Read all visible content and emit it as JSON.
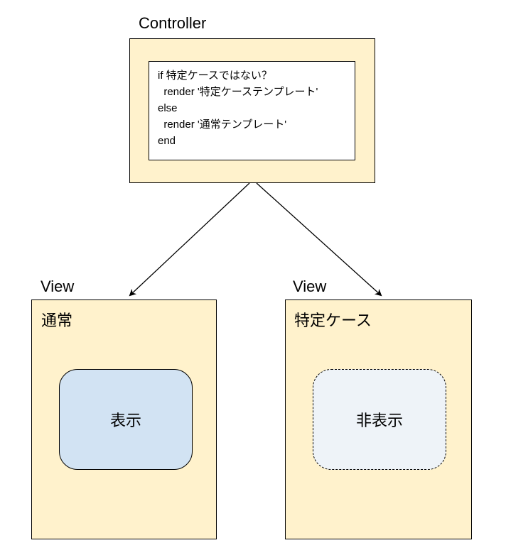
{
  "controller": {
    "label": "Controller",
    "code": [
      "if 特定ケースではない？",
      "  render '特定ケーステンプレート'",
      "else",
      "  render '通常テンプレート'",
      "end"
    ]
  },
  "views": [
    {
      "label": "View",
      "title": "通常",
      "element": "表示",
      "state": "shown"
    },
    {
      "label": "View",
      "title": "特定ケース",
      "element": "非表示",
      "state": "hidden"
    }
  ],
  "colors": {
    "container_fill": "#fff2cc",
    "shown_fill": "#d2e3f3",
    "hidden_fill": "#eef3f8",
    "stroke": "#000000"
  }
}
